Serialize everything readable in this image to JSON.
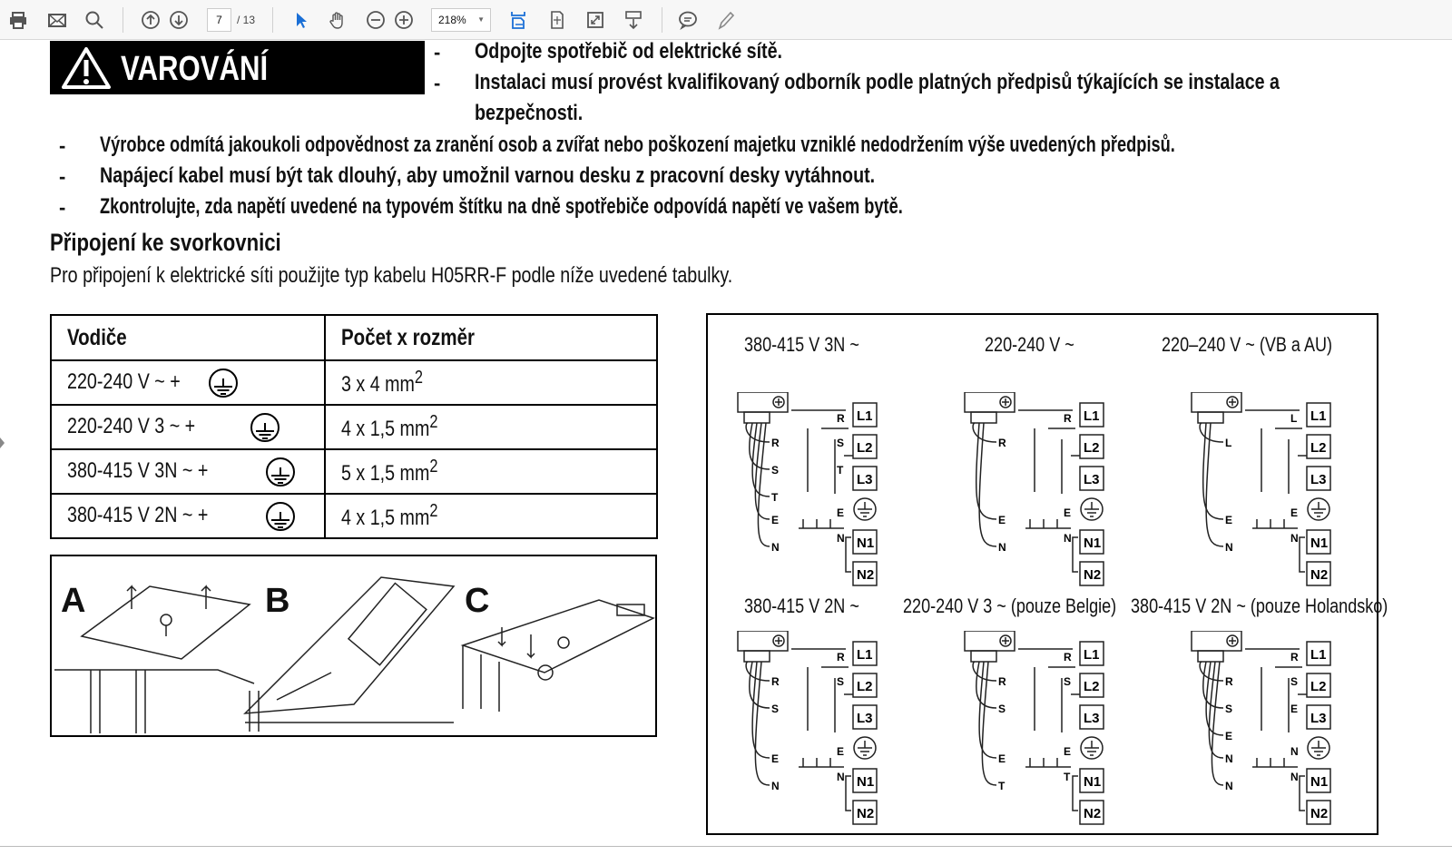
{
  "toolbar": {
    "print": "print-icon",
    "email": "email-icon",
    "search": "search-icon",
    "current_page": "7",
    "total_pages": "/ 13",
    "zoom": "218%"
  },
  "warning": {
    "title": "VAROVÁNÍ",
    "top_items": [
      "Odpojte spotřebič od elektrické sítě.",
      "Instalaci musí provést kvalifikovaný odborník podle platných předpisů týkajících se instalace a",
      "bezpečnosti."
    ],
    "items": [
      "Výrobce odmítá jakoukoli odpovědnost za zranění osob a zvířat nebo poškození majetku vzniklé nedodržením výše uvedených předpisů.",
      "Napájecí kabel musí být tak dlouhý, aby umožnil varnou desku z pracovní desky vytáhnout.",
      "Zkontrolujte, zda napětí uvedené na typovém štítku na dně spotřebiče odpovídá napětí ve vašem bytě."
    ],
    "dash": "-"
  },
  "section": {
    "heading": "Připojení ke svorkovnici",
    "intro": "Pro připojení k elektrické síti použijte typ kabelu H05RR-F podle níže uvedené tabulky."
  },
  "table": {
    "headers": [
      "Vodiče",
      "Počet x rozměr"
    ],
    "rows": [
      {
        "voltage": "220-240 V ~ +",
        "size": "3 x 4 mm",
        "exp": "2"
      },
      {
        "voltage": "220-240 V 3 ~ +",
        "size": "4 x 1,5 mm",
        "exp": "2"
      },
      {
        "voltage": "380-415 V 3N ~ +",
        "size": "5 x 1,5 mm",
        "exp": "2"
      },
      {
        "voltage": "380-415 V 2N ~ +",
        "size": "4 x 1,5 mm",
        "exp": "2"
      }
    ]
  },
  "install": {
    "labels": [
      "A",
      "B",
      "C"
    ]
  },
  "diagrams": [
    {
      "title": "380-415 V 3N ~",
      "wires": [
        "R",
        "S",
        "T",
        "E",
        "N"
      ],
      "bus": [
        "R",
        "S",
        "T",
        "E",
        "N"
      ]
    },
    {
      "title": "220-240 V ~",
      "wires": [
        "R",
        "E",
        "N"
      ],
      "bus": [
        "R",
        "E",
        "N"
      ]
    },
    {
      "title": "220–240 V ~ (VB a AU)",
      "wires": [
        "L",
        "E",
        "N"
      ],
      "bus": [
        "L",
        "E",
        "N"
      ]
    },
    {
      "title": "380-415 V 2N ~",
      "wires": [
        "R",
        "S",
        "E",
        "N"
      ],
      "bus": [
        "R",
        "S",
        "E",
        "N"
      ]
    },
    {
      "title": "220-240 V 3 ~ (pouze Belgie)",
      "wires": [
        "R",
        "S",
        "E",
        "T"
      ],
      "bus": [
        "R",
        "S",
        "E",
        "T"
      ]
    },
    {
      "title": "380-415 V 2N ~ (pouze Holandsko)",
      "wires": [
        "R",
        "S",
        "E",
        "N",
        "N"
      ],
      "bus": [
        "R",
        "S",
        "E",
        "N",
        "N"
      ]
    }
  ],
  "terminals": [
    "L1",
    "L2",
    "L3",
    "N1",
    "N2"
  ]
}
